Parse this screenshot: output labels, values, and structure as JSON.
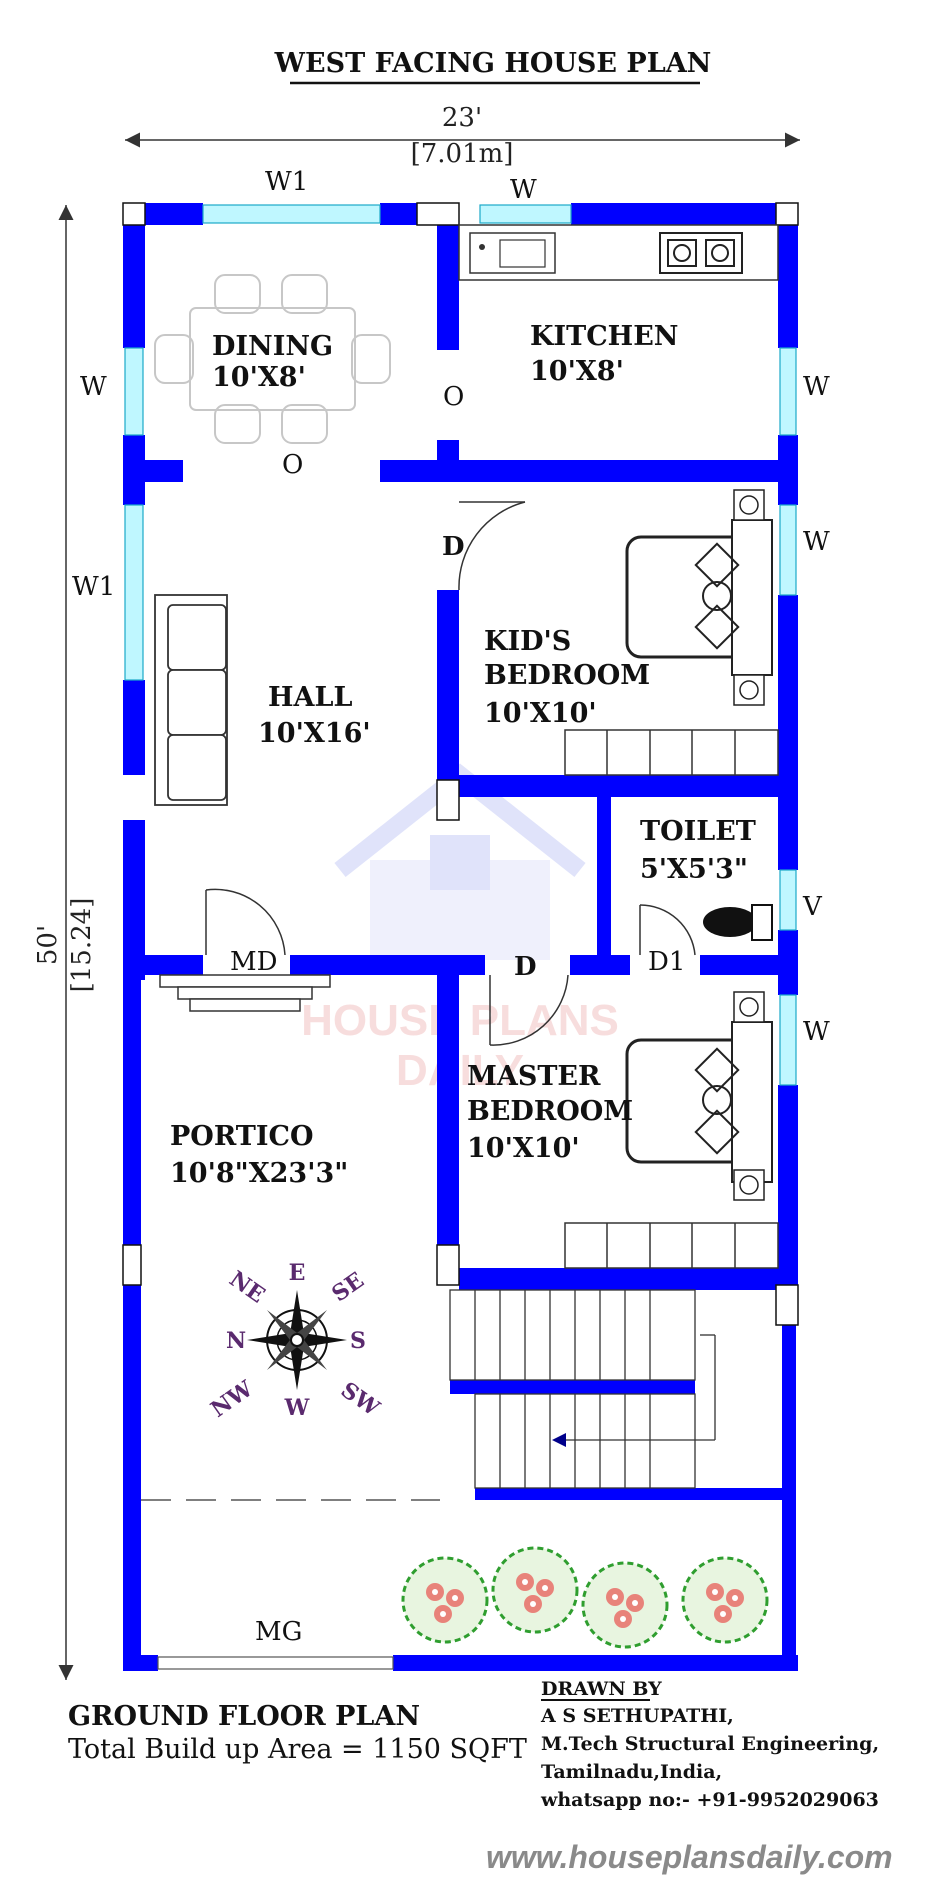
{
  "title": "WEST FACING HOUSE PLAN",
  "width_label": "23'",
  "width_metric": "[7.01m]",
  "height_label": "50'",
  "height_metric": "[15.24]",
  "rooms": {
    "dining": {
      "name": "DINING",
      "size": "10'X8'"
    },
    "kitchen": {
      "name": "KITCHEN",
      "size": "10'X8'"
    },
    "hall": {
      "name": "HALL",
      "size": "10'X16'"
    },
    "kids": {
      "name1": "KID'S",
      "name2": "BEDROOM",
      "size": "10'X10'"
    },
    "toilet": {
      "name": "TOILET",
      "size": "5'X5'3\""
    },
    "master": {
      "name1": "MASTER",
      "name2": "BEDROOM",
      "size": "10'X10'"
    },
    "portico": {
      "name": "PORTICO",
      "size": "10'8\"X23'3\""
    }
  },
  "openings": {
    "w1": "W1",
    "w": "W",
    "o": "O",
    "d": "D",
    "md": "MD",
    "d1": "D1",
    "v": "V",
    "mg": "MG"
  },
  "compass": {
    "n": "N",
    "e": "E",
    "s": "S",
    "w": "W",
    "ne": "NE",
    "se": "SE",
    "nw": "NW",
    "sw": "SW"
  },
  "watermark": {
    "line1": "HOUSE PLANS",
    "line2": "DAILY"
  },
  "footer": {
    "plan_title": "GROUND FLOOR PLAN",
    "area": "Total Build up Area = 1150 SQFT",
    "drawn_by": "DRAWN BY",
    "author": "A S SETHUPATHI,",
    "degree": "M.Tech Structural Engineering,",
    "location": "Tamilnadu,India,",
    "contact": "whatsapp no:- +91-9952029063",
    "website": "www.houseplansdaily.com"
  },
  "colors": {
    "wall": "#0000ff",
    "glass": "#bff7ff",
    "compass": "#5a2a6e",
    "watermark": "#cbd1f7",
    "plant_green": "#2f9e2f",
    "plant_pink": "#e8837a"
  }
}
